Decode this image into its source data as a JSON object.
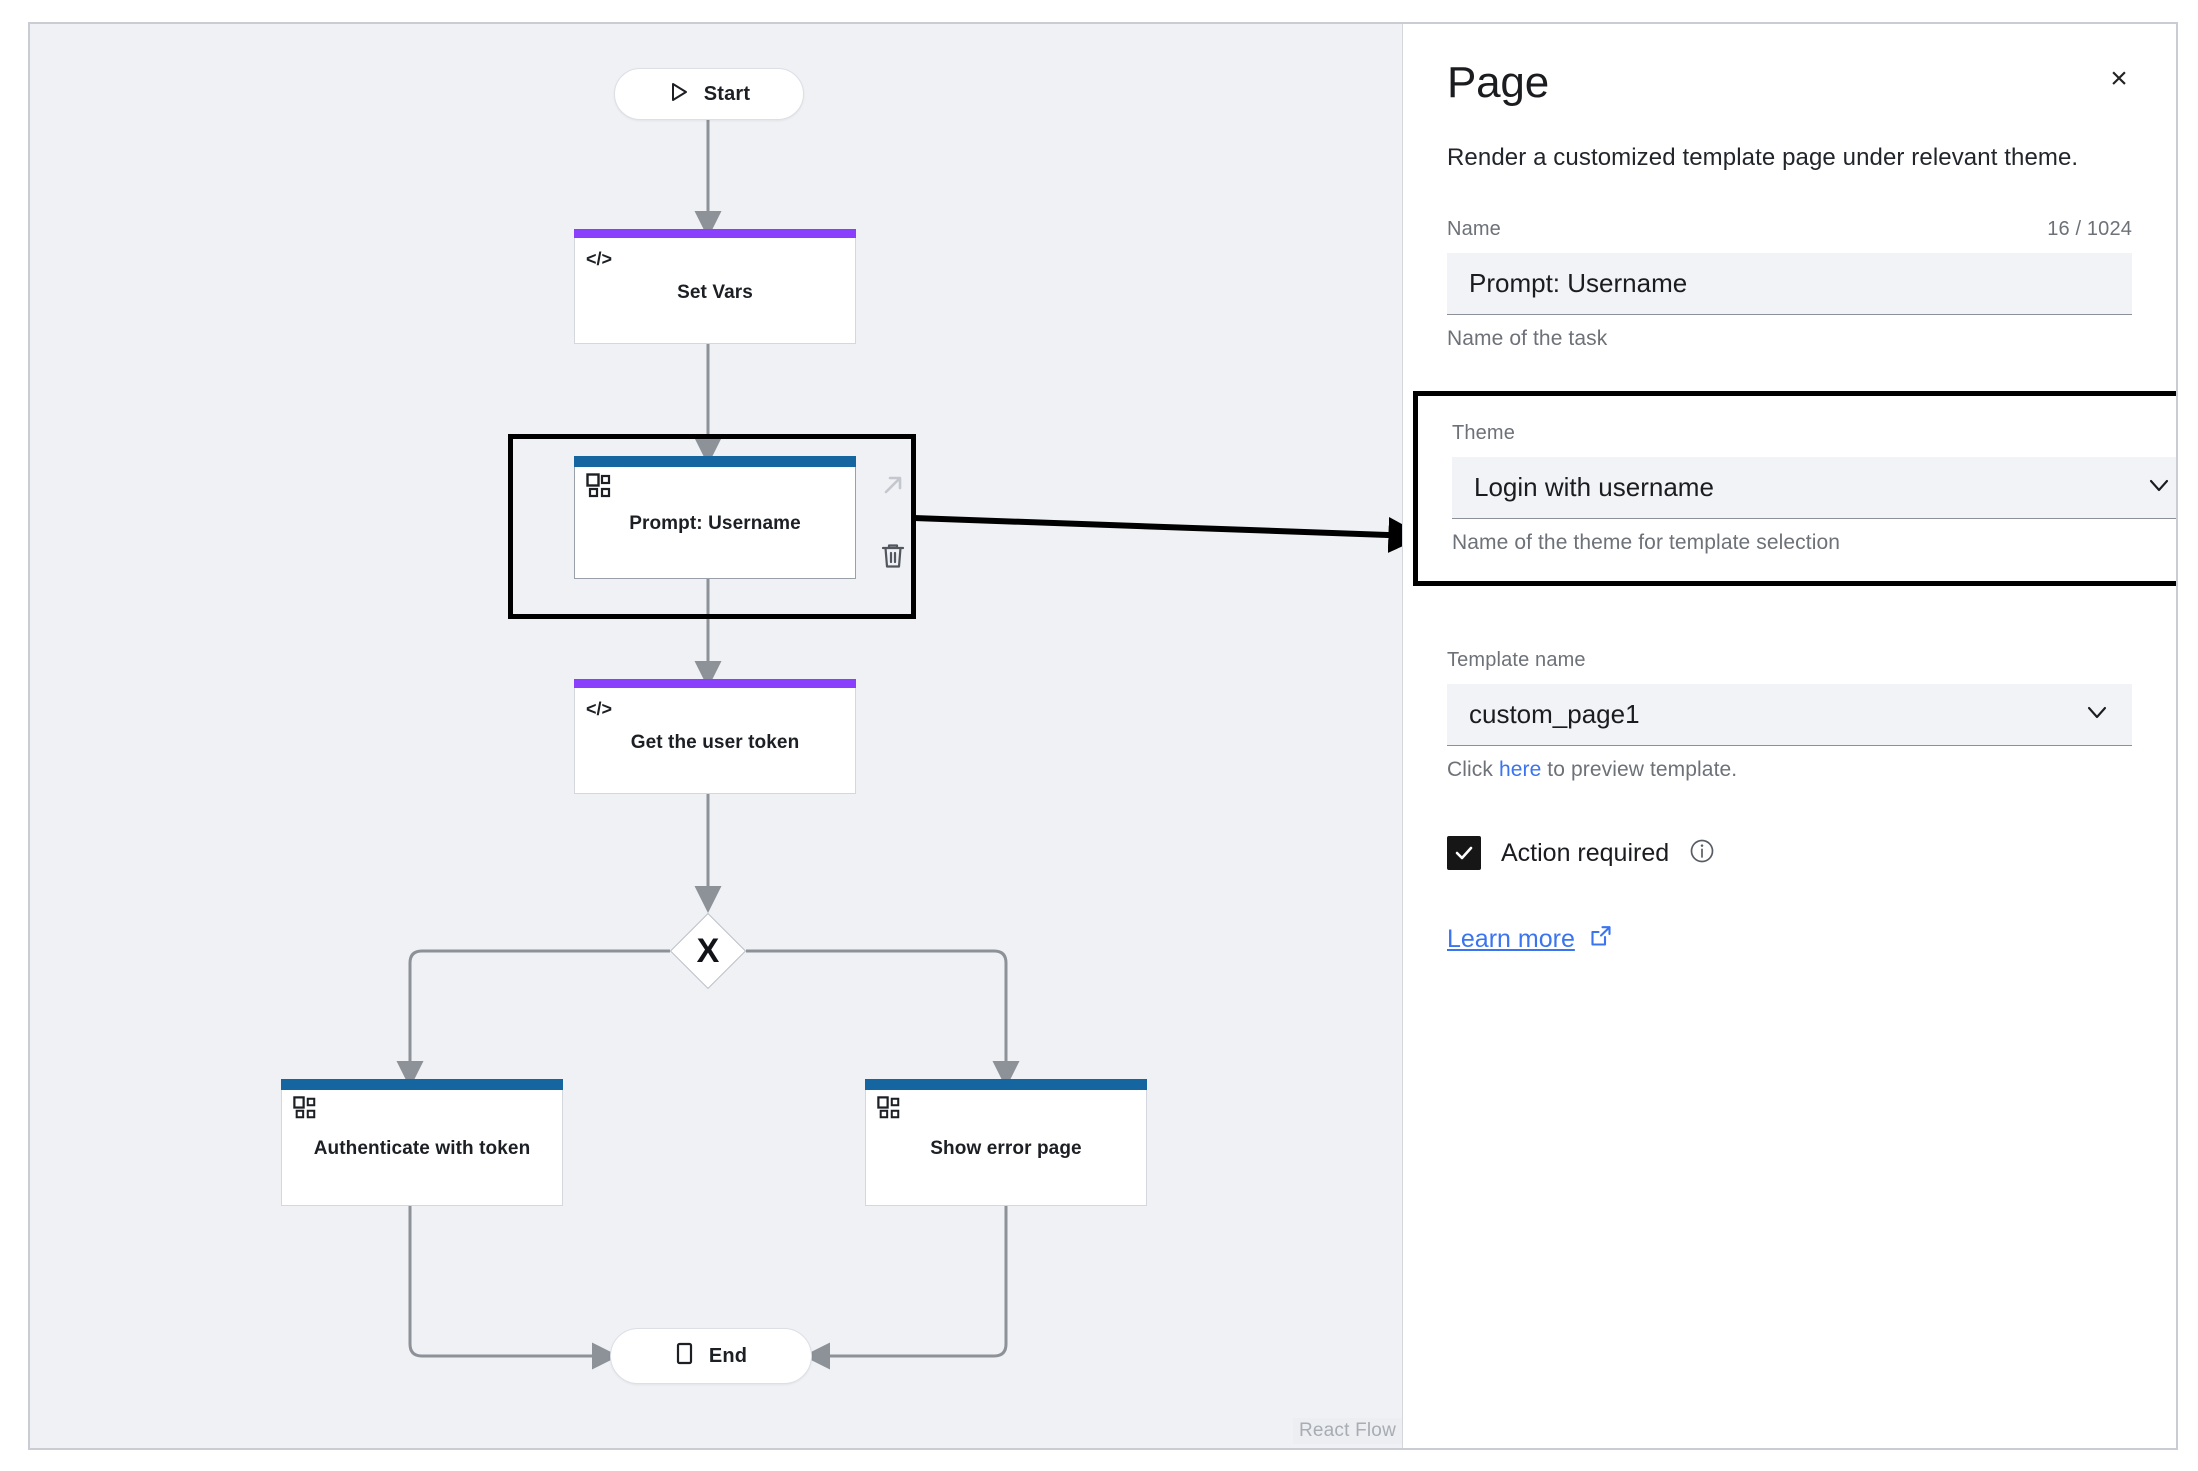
{
  "canvas": {
    "attribution": "React Flow",
    "background_color": "#eff1f5",
    "nodes": [
      {
        "id": "start",
        "type": "start-event",
        "label": "Start",
        "icon": "play-triangle-icon",
        "accent": ""
      },
      {
        "id": "setvars",
        "type": "script-task",
        "label": "Set Vars",
        "icon": "code-icon",
        "accent": "#8a3ffc"
      },
      {
        "id": "prompt",
        "type": "page-task",
        "label": "Prompt: Username",
        "icon": "page-template-icon",
        "accent": "#1565a0",
        "selected": true
      },
      {
        "id": "token",
        "type": "script-task",
        "label": "Get the user token",
        "icon": "code-icon",
        "accent": "#8a3ffc"
      },
      {
        "id": "gateway",
        "type": "xor-gateway",
        "label": "X",
        "icon": "x-gateway-icon",
        "accent": ""
      },
      {
        "id": "auth",
        "type": "page-task",
        "label": "Authenticate with token",
        "icon": "page-template-icon",
        "accent": "#1565a0"
      },
      {
        "id": "error",
        "type": "page-task",
        "label": "Show error page",
        "icon": "page-template-icon",
        "accent": "#1565a0"
      },
      {
        "id": "end",
        "type": "end-event",
        "label": "End",
        "icon": "stop-square-icon",
        "accent": ""
      }
    ],
    "node_tools": [
      {
        "name": "expand-node-icon",
        "title": "Expand"
      },
      {
        "name": "delete-node-icon",
        "title": "Delete"
      }
    ]
  },
  "panel": {
    "title": "Page",
    "close_label": "×",
    "subtitle": "Render a customized template page under relevant theme.",
    "name_field": {
      "label": "Name",
      "counter": "16 / 1024",
      "value": "Prompt: Username",
      "helper": "Name of the task"
    },
    "theme_field": {
      "label": "Theme",
      "value": "Login with username",
      "helper": "Name of the theme for template selection",
      "highlighted": true
    },
    "template_field": {
      "label": "Template name",
      "value": "custom_page1",
      "helper_prefix": "Click ",
      "helper_link": "here",
      "helper_suffix": " to preview template."
    },
    "checkbox": {
      "label": "Action required",
      "checked": true,
      "info_icon": "info-circle-icon"
    },
    "learn_more": {
      "label": "Learn more",
      "icon": "external-link-icon"
    }
  },
  "colors": {
    "accent_purple": "#8a3ffc",
    "accent_blue": "#1565a0",
    "link_blue": "#3a74f0",
    "canvas_bg": "#eff1f5",
    "panel_bg": "#ffffff",
    "highlight_border": "#000000"
  }
}
